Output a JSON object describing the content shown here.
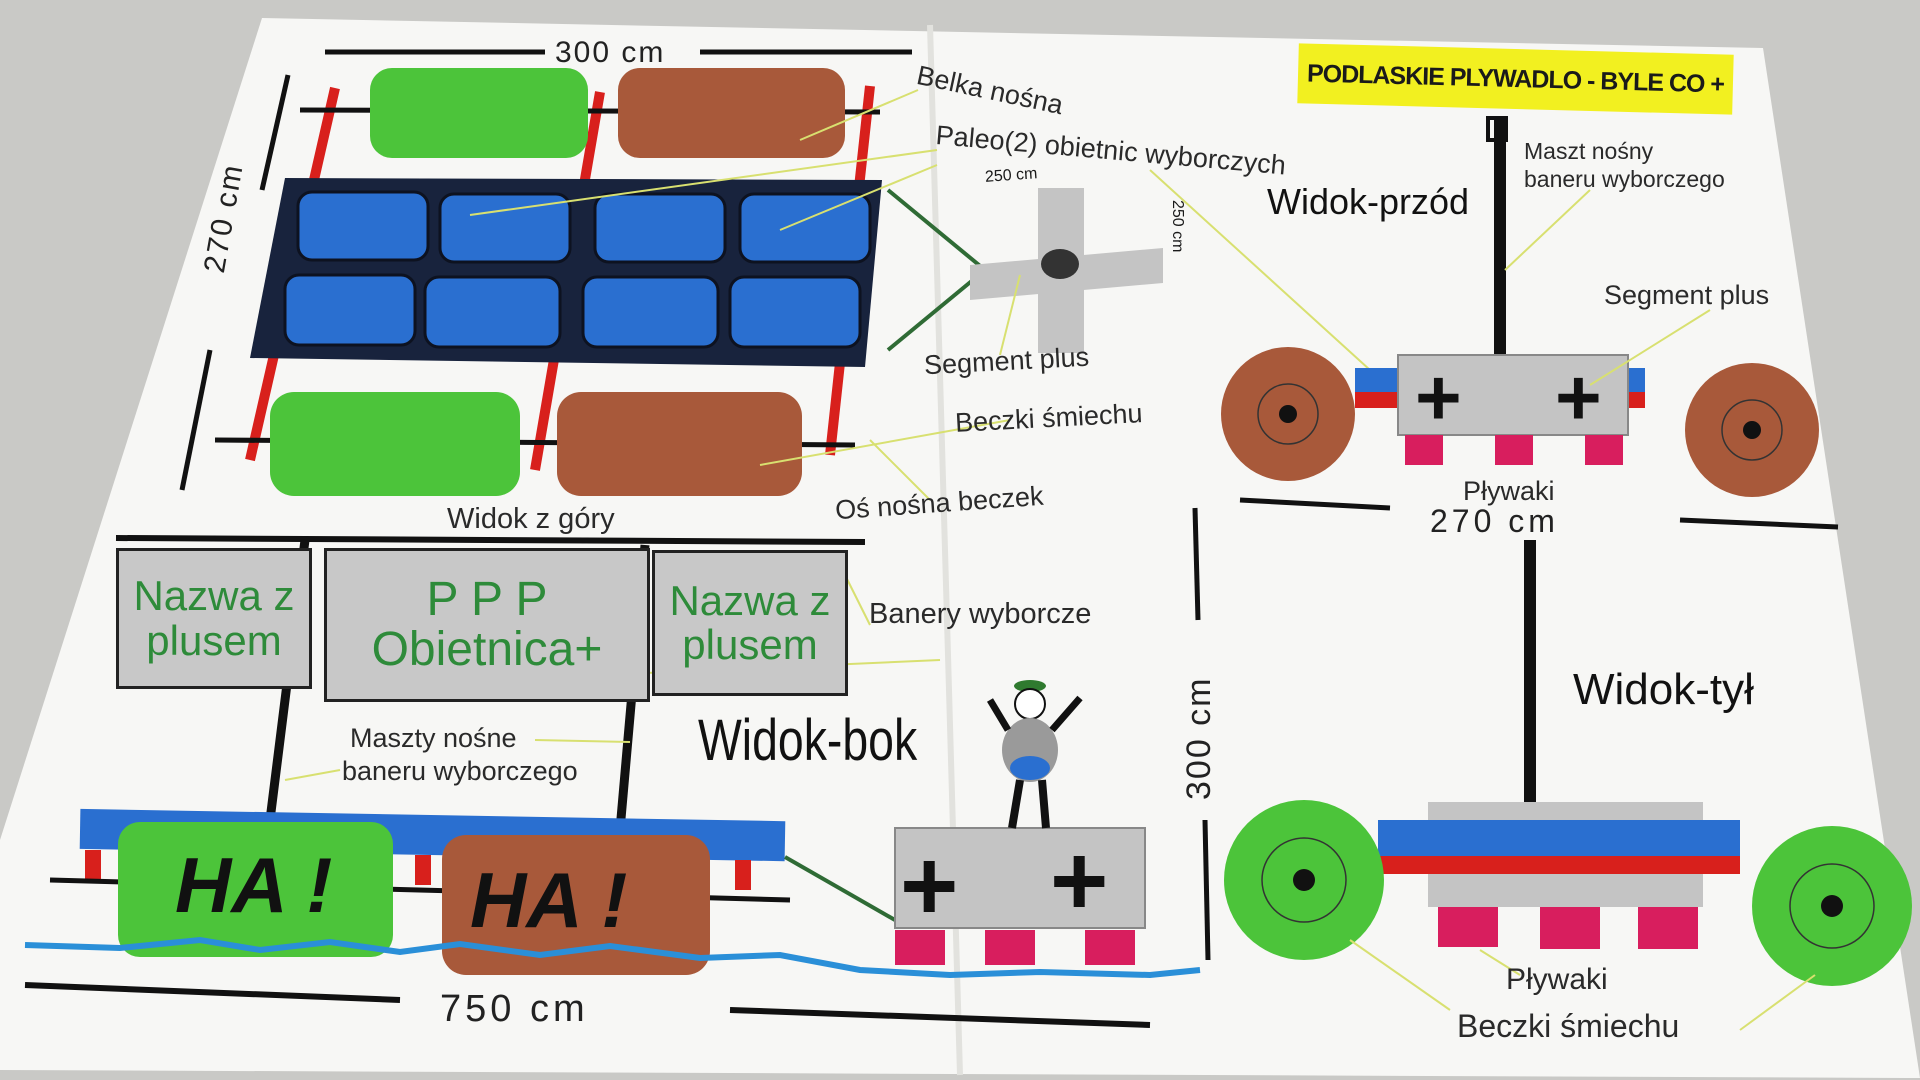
{
  "title": "PODLASKIE PLYWADLO - BYLE CO +",
  "top_view": {
    "width_dim": "300 cm",
    "height_dim": "270 cm",
    "caption": "Widok z góry",
    "labels": {
      "beam": "Belka nośna",
      "panels": "Paleo(2) obietnic wyborczych",
      "segment": "Segment plus",
      "barrels": "Beczki śmiechu",
      "axle": "Oś nośna beczek"
    },
    "segment_dims": [
      "250 cm",
      "250 cm"
    ]
  },
  "front_view": {
    "caption": "Widok-przód",
    "mast_label_1": "Maszt nośny",
    "mast_label_2": "baneru wyborczego",
    "segment_label": "Segment plus",
    "floats_label": "Pływaki",
    "width_dim": "270 cm"
  },
  "back_view": {
    "caption": "Widok-tył",
    "height_dim": "300 cm",
    "floats_label": "Pływaki",
    "barrels_label": "Beczki śmiechu"
  },
  "side_view": {
    "caption": "Widok-bok",
    "banners": [
      {
        "line1": "Nazwa z",
        "line2": "plusem"
      },
      {
        "line1": "P P P",
        "line2": "Obietnica+"
      },
      {
        "line1": "Nazwa z",
        "line2": "plusem"
      }
    ],
    "banners_label": "Banery wyborcze",
    "masts_label_1": "Maszty nośne",
    "masts_label_2": "baneru wyborczego",
    "barrel_texts": [
      "HA !",
      "HA !"
    ],
    "length_dim": "750 cm"
  },
  "colors": {
    "green": "#4cc43a",
    "brown": "#a8593a",
    "blue": "#2a6fd0",
    "red": "#d8201c",
    "pink": "#d81e5e",
    "grey": "#c4c4c4",
    "yellow": "#f2f020"
  }
}
